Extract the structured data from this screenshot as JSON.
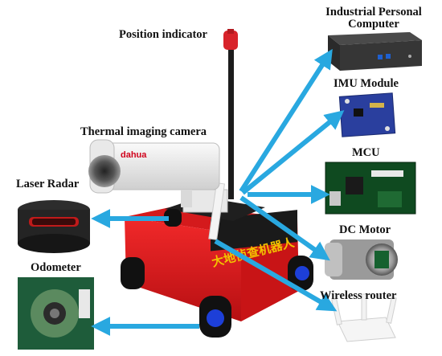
{
  "labels": {
    "ipc_line1": "Industrial Personal",
    "ipc_line2": "Computer",
    "imu": "IMU Module",
    "mcu": "MCU",
    "dc_motor": "DC Motor",
    "wireless_router": "Wireless router",
    "position_indicator": "Position indicator",
    "thermal_camera": "Thermal imaging camera",
    "laser_radar": "Laser Radar",
    "odometer": "Odometer"
  },
  "camera_brand": "dahua",
  "robot_body_text": "大地侦查机器人",
  "colors": {
    "arrow": "#29a8e0",
    "robot_body": "#e0191b",
    "pcb_green": "#0f4a20",
    "imu_blue": "#2a3f9e",
    "label_text": "#111111"
  }
}
